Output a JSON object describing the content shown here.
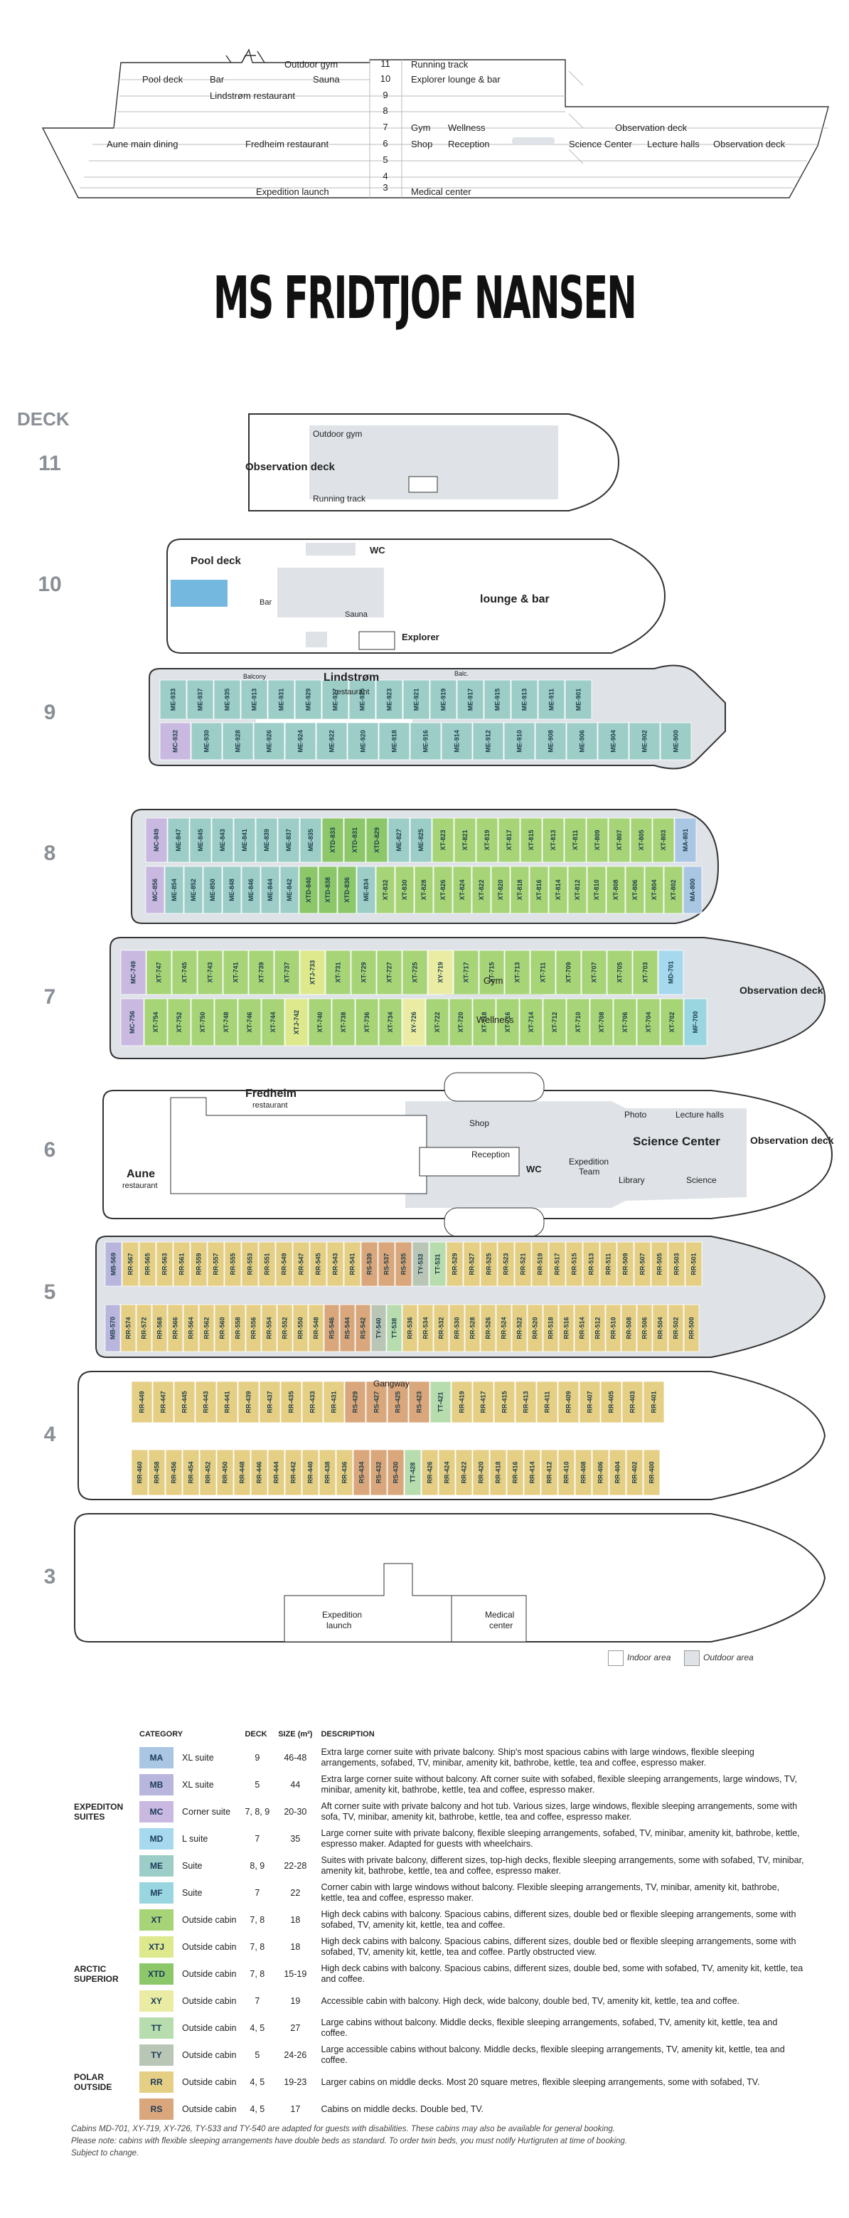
{
  "side_view": {
    "deck_numbers": [
      "11",
      "10",
      "9",
      "8",
      "7",
      "6",
      "5",
      "4",
      "3"
    ],
    "left_labels": [
      {
        "text": "Outdoor gym",
        "deck": "11"
      },
      {
        "text": "Pool deck",
        "deck": "10"
      },
      {
        "text": "Bar",
        "deck": "10"
      },
      {
        "text": "Sauna",
        "deck": "10"
      },
      {
        "text": "Lindstrøm restaurant",
        "deck": "9"
      },
      {
        "text": "Aune main dining",
        "deck": "6"
      },
      {
        "text": "Fredheim restaurant",
        "deck": "6"
      },
      {
        "text": "Expedition launch",
        "deck": "3"
      }
    ],
    "right_labels": [
      {
        "text": "Running track",
        "deck": "11"
      },
      {
        "text": "Explorer lounge & bar",
        "deck": "10"
      },
      {
        "text": "Gym",
        "deck": "7"
      },
      {
        "text": "Wellness",
        "deck": "7"
      },
      {
        "text": "Observation deck",
        "deck": "7"
      },
      {
        "text": "Shop",
        "deck": "6"
      },
      {
        "text": "Reception",
        "deck": "6"
      },
      {
        "text": "Science Center",
        "deck": "6"
      },
      {
        "text": "Lecture halls",
        "deck": "6"
      },
      {
        "text": "Observation deck",
        "deck": "6"
      },
      {
        "text": "Medical center",
        "deck": "3"
      }
    ]
  },
  "ship_name": "MS FRIDTJOF NANSEN",
  "deck_header": "DECK",
  "decks": [
    {
      "num": "11",
      "labels": [
        "Outdoor gym",
        "Observation deck",
        "Running track"
      ]
    },
    {
      "num": "10",
      "labels": [
        "Pool deck",
        "Bar",
        "WC",
        "Sauna",
        "Explorer",
        "lounge & bar"
      ]
    },
    {
      "num": "9",
      "labels": [
        "Lindstrøm",
        "restaurant",
        "Balcony",
        "Balc."
      ]
    },
    {
      "num": "8",
      "labels": []
    },
    {
      "num": "7",
      "labels": [
        "Gym",
        "Wellness",
        "Observation deck"
      ]
    },
    {
      "num": "6",
      "labels": [
        "Fredheim",
        "restaurant",
        "Aune",
        "restaurant",
        "Shop",
        "Reception",
        "WC",
        "Expedition",
        "Team",
        "Photo",
        "Lecture halls",
        "Science Center",
        "Library",
        "Science",
        "Observation deck"
      ]
    },
    {
      "num": "5",
      "labels": []
    },
    {
      "num": "4",
      "labels": [
        "Gangway"
      ]
    },
    {
      "num": "3",
      "labels": [
        "Expedition",
        "launch",
        "Medical",
        "center"
      ]
    }
  ],
  "cabins": {
    "d9_top": [
      "ME-933",
      "ME-937",
      "ME-935",
      "ME-913",
      "ME-931",
      "ME-929",
      "ME-927",
      "ME-925",
      "ME-923",
      "ME-921",
      "ME-919",
      "ME-917",
      "ME-915",
      "ME-913",
      "ME-911",
      "ME-901"
    ],
    "d9_bot": [
      "MC-932",
      "ME-930",
      "ME-928",
      "ME-926",
      "ME-924",
      "ME-922",
      "ME-920",
      "ME-918",
      "ME-916",
      "ME-914",
      "ME-912",
      "ME-910",
      "ME-908",
      "ME-906",
      "ME-904",
      "ME-902",
      "ME-900"
    ],
    "d8_top": [
      "MC-849",
      "ME-847",
      "ME-845",
      "ME-843",
      "ME-841",
      "ME-839",
      "ME-837",
      "ME-835",
      "XTD-833",
      "XTD-831",
      "XTD-829",
      "ME-827",
      "ME-825",
      "XT-823",
      "XT-821",
      "XT-819",
      "XT-817",
      "XT-815",
      "XT-813",
      "XT-811",
      "XT-809",
      "XT-807",
      "XT-805",
      "XT-803",
      "MA-801"
    ],
    "d8_bot": [
      "MC-856",
      "ME-854",
      "ME-852",
      "ME-850",
      "ME-848",
      "ME-846",
      "ME-844",
      "ME-842",
      "XTD-840",
      "XTD-838",
      "XTD-836",
      "ME-834",
      "XT-832",
      "XT-830",
      "XT-828",
      "XT-826",
      "XT-824",
      "XT-822",
      "XT-820",
      "XT-818",
      "XT-816",
      "XT-814",
      "XT-812",
      "XT-810",
      "XT-808",
      "XT-806",
      "XT-804",
      "XT-802",
      "MA-800"
    ],
    "d7_top": [
      "MC-749",
      "XT-747",
      "XT-745",
      "XT-743",
      "XT-741",
      "XT-739",
      "XT-737",
      "XTJ-733",
      "XT-731",
      "XT-729",
      "XT-727",
      "XT-725",
      "XY-719",
      "XT-717",
      "XT-715",
      "XT-713",
      "XT-711",
      "XT-709",
      "XT-707",
      "XT-705",
      "XT-703",
      "MD-701"
    ],
    "d7_bot": [
      "MC-756",
      "XT-754",
      "XT-752",
      "XT-750",
      "XT-748",
      "XT-746",
      "XT-744",
      "XTJ-742",
      "XT-740",
      "XT-738",
      "XT-736",
      "XT-734",
      "XY-726",
      "XT-722",
      "XT-720",
      "XT-718",
      "XT-716",
      "XT-714",
      "XT-712",
      "XT-710",
      "XT-708",
      "XT-706",
      "XT-704",
      "XT-702",
      "MF-700"
    ],
    "d5_top": [
      "MB-569",
      "RR-567",
      "RR-565",
      "RR-563",
      "RR-561",
      "RR-559",
      "RR-557",
      "RR-555",
      "RR-553",
      "RR-551",
      "RR-549",
      "RR-547",
      "RR-545",
      "RR-543",
      "RR-541",
      "RS-539",
      "RS-537",
      "RS-535",
      "TY-533",
      "TT-531",
      "RR-529",
      "RR-527",
      "RR-525",
      "RR-523",
      "RR-521",
      "RR-519",
      "RR-517",
      "RR-515",
      "RR-513",
      "RR-511",
      "RR-509",
      "RR-507",
      "RR-505",
      "RR-503",
      "RR-501"
    ],
    "d5_bot": [
      "MB-570",
      "RR-574",
      "RR-572",
      "RR-568",
      "RR-566",
      "RR-564",
      "RR-562",
      "RR-560",
      "RR-558",
      "RR-556",
      "RR-554",
      "RR-552",
      "RR-550",
      "RR-548",
      "RS-546",
      "RS-544",
      "RS-542",
      "TY-540",
      "TT-538",
      "RR-536",
      "RR-534",
      "RR-532",
      "RR-530",
      "RR-528",
      "RR-526",
      "RR-524",
      "RR-522",
      "RR-520",
      "RR-518",
      "RR-516",
      "RR-514",
      "RR-512",
      "RR-510",
      "RR-508",
      "RR-506",
      "RR-504",
      "RR-502",
      "RR-500"
    ],
    "d4_top": [
      "RR-449",
      "RR-447",
      "RR-445",
      "RR-443",
      "RR-441",
      "RR-439",
      "RR-437",
      "RR-435",
      "RR-433",
      "RR-431",
      "RS-429",
      "RS-427",
      "RS-425",
      "RS-423",
      "TT-421",
      "RR-419",
      "RR-417",
      "RR-415",
      "RR-413",
      "RR-411",
      "RR-409",
      "RR-407",
      "RR-405",
      "RR-403",
      "RR-401"
    ],
    "d4_bot": [
      "RR-460",
      "RR-458",
      "RR-456",
      "RR-454",
      "RR-452",
      "RR-450",
      "RR-448",
      "RR-446",
      "RR-444",
      "RR-442",
      "RR-440",
      "RR-438",
      "RR-436",
      "RS-434",
      "RS-432",
      "RS-430",
      "TT-428",
      "RR-426",
      "RR-424",
      "RR-422",
      "RR-420",
      "RR-418",
      "RR-416",
      "RR-414",
      "RR-412",
      "RR-410",
      "RR-408",
      "RR-406",
      "RR-404",
      "RR-402",
      "RR-400"
    ]
  },
  "key": {
    "indoor": "Indoor area",
    "outdoor": "Outdoor area"
  },
  "legend": {
    "headers": [
      "CATEGORY",
      "DECK",
      "SIZE (m²)",
      "DESCRIPTION"
    ],
    "groups": [
      {
        "name": "EXPEDITON SUITES",
        "rows": [
          {
            "code": "MA",
            "color": "#a9c6e3",
            "name": "XL suite",
            "deck": "9",
            "size": "46-48",
            "desc": "Extra large corner suite with private balcony. Ship's most spacious cabins with large windows, flexible sleeping arrangements, sofabed, TV, minibar, amenity kit, bathrobe, kettle, tea and coffee, espresso maker."
          },
          {
            "code": "MB",
            "color": "#b8b6dd",
            "name": "XL suite",
            "deck": "5",
            "size": "44",
            "desc": "Extra large corner suite without balcony. Aft corner suite with sofabed, flexible sleeping arrangements, large windows, TV, minibar, amenity kit, bathrobe, kettle, tea and coffee, espresso maker."
          },
          {
            "code": "MC",
            "color": "#c9b8e0",
            "name": "Corner suite",
            "deck": "7, 8, 9",
            "size": "20-30",
            "desc": "Aft corner suite with private balcony and hot tub. Various sizes, large windows, flexible sleeping arrangements, some with sofa, TV, minibar, amenity kit, bathrobe, kettle, tea and coffee, espresso maker."
          },
          {
            "code": "MD",
            "color": "#a6d9ee",
            "name": "L suite",
            "deck": "7",
            "size": "35",
            "desc": "Large corner suite with private balcony, flexible sleeping arrangements, sofabed, TV, minibar, amenity kit, bathrobe, kettle, espresso maker. Adapted for guests with wheelchairs."
          },
          {
            "code": "ME",
            "color": "#9ccdc7",
            "name": "Suite",
            "deck": "8, 9",
            "size": "22-28",
            "desc": "Suites with private balcony, different sizes, top-high decks, flexible sleeping arrangements, some with sofabed, TV, minibar, amenity kit, bathrobe, kettle, tea and coffee, espresso maker."
          },
          {
            "code": "MF",
            "color": "#9ad6e0",
            "name": "Suite",
            "deck": "7",
            "size": "22",
            "desc": "Corner cabin with large windows without balcony. Flexible sleeping arrangements, TV, minibar, amenity kit, bathrobe, kettle, tea and coffee, espresso maker."
          }
        ]
      },
      {
        "name": "ARCTIC SUPERIOR",
        "rows": [
          {
            "code": "XT",
            "color": "#a7d477",
            "name": "Outside cabin",
            "deck": "7, 8",
            "size": "18",
            "desc": "High deck cabins with balcony. Spacious cabins, different sizes, double bed or flexible sleeping arrangements, some with sofabed, TV, amenity kit, kettle, tea and coffee."
          },
          {
            "code": "XTJ",
            "color": "#dde98c",
            "name": "Outside cabin",
            "deck": "7, 8",
            "size": "18",
            "desc": "High deck cabins with balcony. Spacious cabins, different sizes, double bed or flexible sleeping arrangements, some with sofabed, TV, amenity kit, kettle, tea and coffee. Partly obstructed view."
          },
          {
            "code": "XTD",
            "color": "#8cc86a",
            "name": "Outside cabin",
            "deck": "7, 8",
            "size": "15-19",
            "desc": "High deck cabins with balcony. Spacious cabins, different sizes, double bed, some with sofabed, TV, amenity kit, kettle, tea and coffee."
          },
          {
            "code": "XY",
            "color": "#e9eca2",
            "name": "Outside cabin",
            "deck": "7",
            "size": "19",
            "desc": "Accessible cabin with balcony. High deck, wide balcony, double bed, TV, amenity kit, kettle, tea and coffee."
          },
          {
            "code": "TT",
            "color": "#b7dcae",
            "name": "Outside cabin",
            "deck": "4, 5",
            "size": "27",
            "desc": "Large cabins without balcony. Middle decks, flexible sleeping arrangements, sofabed, TV, amenity kit, kettle, tea and coffee."
          },
          {
            "code": "TY",
            "color": "#b9c6b6",
            "name": "Outside cabin",
            "deck": "5",
            "size": "24-26",
            "desc": "Large accessible cabins without balcony. Middle decks, flexible sleeping arrangements, TV, amenity kit, kettle, tea and coffee."
          }
        ]
      },
      {
        "name": "POLAR OUTSIDE",
        "rows": [
          {
            "code": "RR",
            "color": "#e4cf84",
            "name": "Outside cabin",
            "deck": "4, 5",
            "size": "19-23",
            "desc": "Larger cabins on middle decks. Most 20 square metres, flexible sleeping arrangements, some with sofabed, TV."
          },
          {
            "code": "RS",
            "color": "#d9a77b",
            "name": "Outside cabin",
            "deck": "4, 5",
            "size": "17",
            "desc": "Cabins on middle decks. Double bed, TV."
          }
        ]
      }
    ]
  },
  "footnote": [
    "Cabins MD-701, XY-719, XY-726, TY-533 and TY-540 are adapted for guests with disabilities. These cabins may also be available for general booking.",
    "Please note: cabins with flexible sleeping arrangements have double beds as standard. To order twin beds, you must notify Hurtigruten at time of booking.",
    "Subject to change."
  ],
  "colors": {
    "ME": "#9ccdc7",
    "MC": "#c9b8e0",
    "MA": "#a9c6e3",
    "MB": "#b8b6dd",
    "MD": "#a6d9ee",
    "MF": "#9ad6e0",
    "XT": "#a7d477",
    "XTJ": "#dde98c",
    "XTD": "#8cc86a",
    "XY": "#e9eca2",
    "TT": "#b7dcae",
    "TY": "#b9c6b6",
    "RR": "#e4cf84",
    "RS": "#d9a77b",
    "indoor": "#dfe3e8",
    "hull": "#ffffff",
    "line": "#333333"
  }
}
